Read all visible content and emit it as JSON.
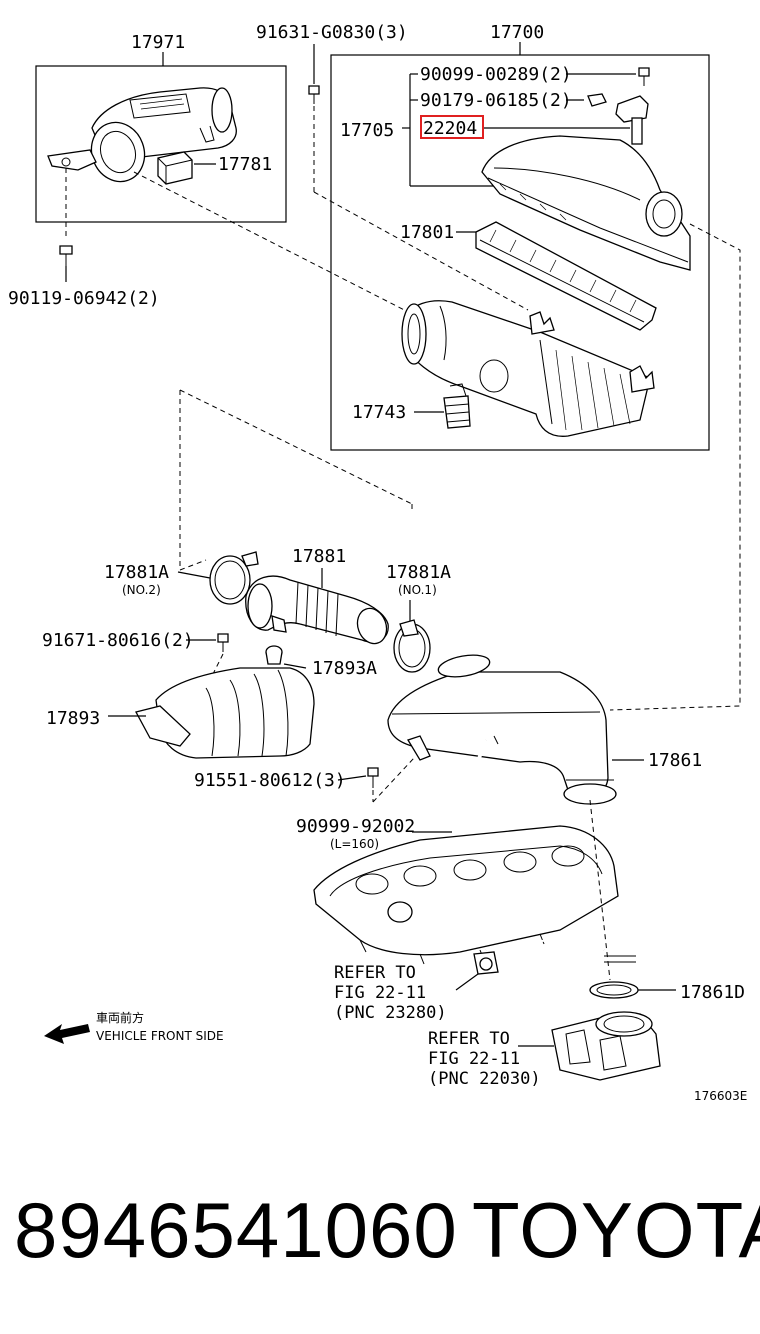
{
  "labels": {
    "p17971": "17971",
    "p91631": "91631-G0830(3)",
    "p17700": "17700",
    "p90099_00289": "90099-00289(2)",
    "p90179": "90179-06185(2)",
    "p17705": "17705",
    "p22204": "22204",
    "p17781": "17781",
    "p90119": "90119-06942(2)",
    "p17801": "17801",
    "p17743": "17743",
    "p17881A_2": "17881A",
    "p17881A_2_sub": "(NO.2)",
    "p17881": "17881",
    "p17881A_1": "17881A",
    "p17881A_1_sub": "(NO.1)",
    "p91671": "91671-80616(2)",
    "p17893A": "17893A",
    "p17893": "17893",
    "p17861": "17861",
    "p91551": "91551-80612(3)",
    "p90999": "90999-92002",
    "p90999_sub": "(L=160)",
    "ref1_l1": "REFER TO",
    "ref1_l2": "FIG 22-11",
    "ref1_l3": "(PNC 23280)",
    "p17861D": "17861D",
    "ref2_l1": "REFER TO",
    "ref2_l2": "FIG 22-11",
    "ref2_l3": "(PNC 22030)",
    "front_jp": "車両前方",
    "front_en": "VEHICLE FRONT SIDE",
    "diagram_id": "176603E"
  },
  "highlight_color": "#e02020",
  "footer": {
    "part_number": "8946541060",
    "brand": "TOYOTA"
  }
}
